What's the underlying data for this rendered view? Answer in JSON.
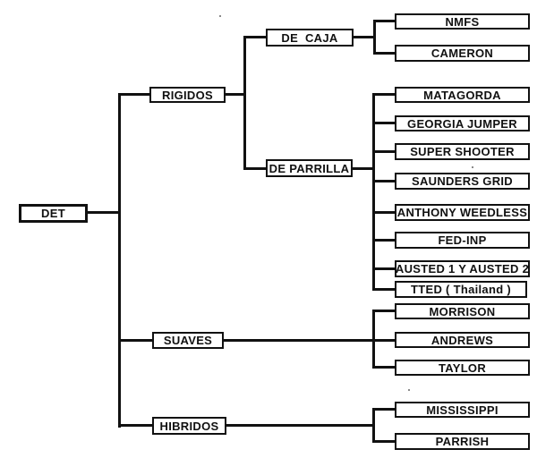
{
  "diagram": {
    "type": "tree",
    "background": "#ffffff",
    "ink": "#111111",
    "tree": {
      "root": {
        "label": "DET"
      },
      "children": [
        {
          "label": "RIGIDOS",
          "children": [
            {
              "label": "DE CAJA",
              "children": [
                {
                  "label": "NMFS"
                },
                {
                  "label": "CAMERON"
                }
              ]
            },
            {
              "label": "DE PARRILLA",
              "children": [
                {
                  "label": "MATAGORDA"
                },
                {
                  "label": "GEORGIA JUMPER"
                },
                {
                  "label": "SUPER SHOOTER"
                },
                {
                  "label": "SAUNDERS GRID"
                },
                {
                  "label": "ANTHONY WEEDLESS"
                },
                {
                  "label": "FED-INP"
                },
                {
                  "label": "AUSTED 1 Y AUSTED 2"
                },
                {
                  "label": "TTED ( Thailand )"
                }
              ]
            }
          ]
        },
        {
          "label": "SUAVES",
          "children": [
            {
              "label": "MORRISON"
            },
            {
              "label": "ANDREWS"
            },
            {
              "label": "TAYLOR"
            }
          ]
        },
        {
          "label": "HIBRIDOS",
          "children": [
            {
              "label": "MISSISSIPPI"
            },
            {
              "label": "PARRISH"
            }
          ]
        }
      ]
    }
  }
}
